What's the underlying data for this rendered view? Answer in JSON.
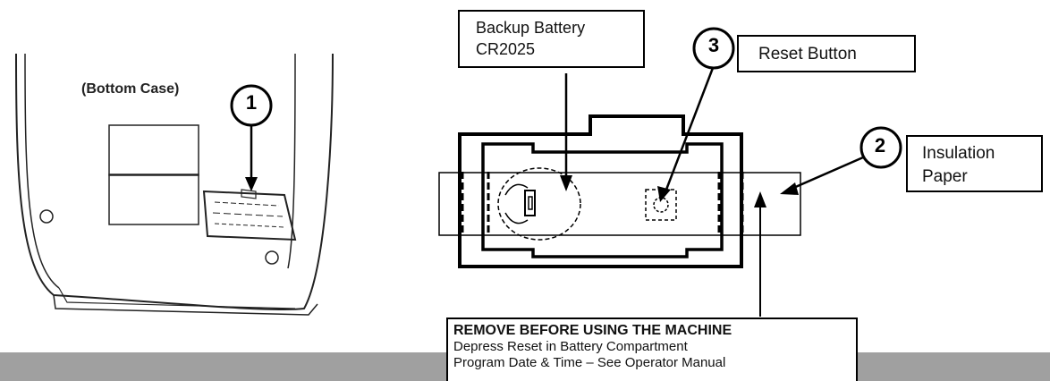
{
  "labels": {
    "bottom_case": "(Bottom Case)",
    "backup_battery_line1": "Backup  Battery",
    "backup_battery_line2": "CR2025",
    "reset_button": "Reset Button",
    "insulation_line1": "Insulation",
    "insulation_line2": "Paper"
  },
  "callouts": {
    "one": "1",
    "two": "2",
    "three": "3"
  },
  "warning": {
    "title": "REMOVE BEFORE USING THE MACHINE",
    "line1": "Depress Reset in Battery Compartment",
    "line2": "Program Date & Time – See Operator Manual"
  },
  "colors": {
    "line": "#000000",
    "band": "#a0a0a0",
    "background": "#ffffff"
  }
}
